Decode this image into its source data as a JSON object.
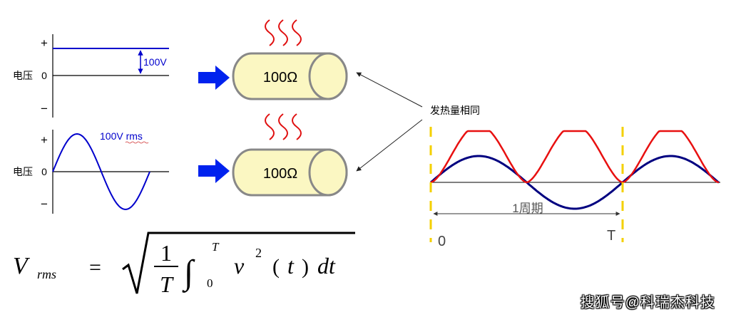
{
  "dc_graph": {
    "plus_label": "+",
    "minus_label": "−",
    "zero_label": "0",
    "axis_label": "电压",
    "voltage_label": "100V"
  },
  "ac_graph": {
    "plus_label": "+",
    "minus_label": "−",
    "zero_label": "0",
    "axis_label": "电压",
    "voltage_label": "100V rms"
  },
  "resistors": {
    "top_label": "100Ω",
    "bottom_label": "100Ω"
  },
  "annotation": {
    "same_heat_label": "发热量相同"
  },
  "waveform": {
    "period_label": "1周期",
    "start_label": "0",
    "end_label": "T"
  },
  "formula": {
    "lhs": "V",
    "lhs_sub": "rms",
    "equals": "=",
    "one": "1",
    "denominator": "T",
    "integral": "∫",
    "upper_limit": "T",
    "lower_limit": "0",
    "integrand_v": "v",
    "exponent": "2",
    "open_paren": "(",
    "var_t": "t",
    "close_paren": ")",
    "differential": "dt"
  },
  "watermark": "搜狐号@科瑞杰科技",
  "colors": {
    "blue_line": "#0000cc",
    "arrow_blue": "#0022ee",
    "resistor_fill": "#fbf7c2",
    "resistor_stroke": "#888888",
    "heat_red": "#e01010",
    "wave_red": "#e81010",
    "wave_navy": "#000080",
    "marker_yellow": "#f4d000"
  }
}
